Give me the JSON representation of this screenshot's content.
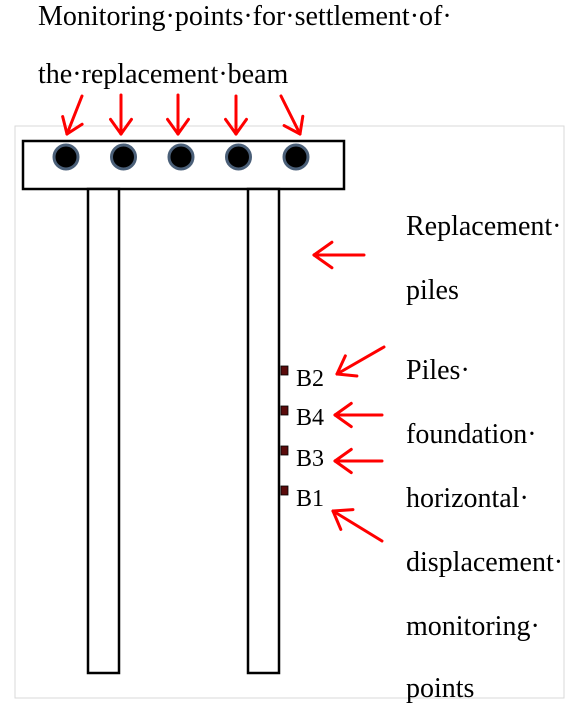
{
  "title": {
    "line1": "Monitoring·points·for·settlement·of·",
    "line2": "the·replacement·beam"
  },
  "replacement_piles_label": {
    "line1": "Replacement·",
    "line2": "piles"
  },
  "piles_foundation_label": {
    "lines": [
      "Piles·",
      "foundation·",
      "horizontal·",
      "displacement·",
      "monitoring·",
      "points"
    ]
  },
  "gauges": [
    "B2",
    "B4",
    "B3",
    "B1"
  ],
  "settlement_point_count": 5,
  "colors": {
    "arrow": "#ff0000",
    "outline": "#000000",
    "point_fill": "#000000",
    "point_ring": "#4a5f78",
    "gauge_marker": "#5a0a0a",
    "frame_line": "#d9d9d9"
  }
}
